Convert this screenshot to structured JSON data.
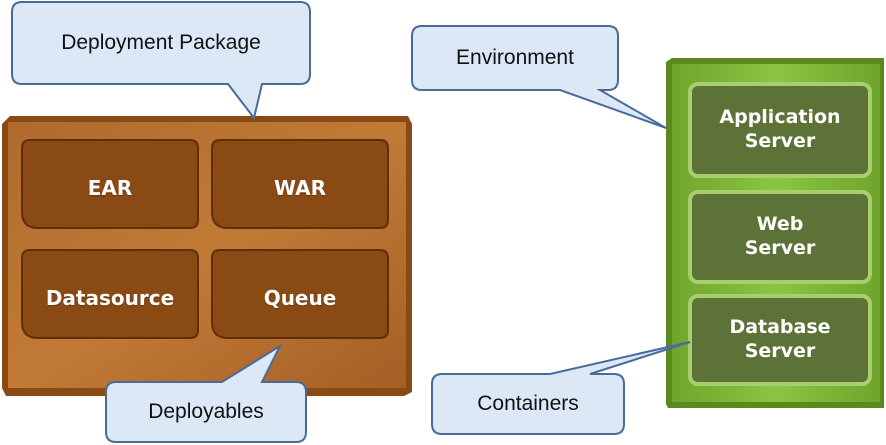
{
  "callouts": {
    "deployment_package": "Deployment Package",
    "environment": "Environment",
    "deployables": "Deployables",
    "containers": "Containers"
  },
  "package": {
    "items": [
      "EAR",
      "WAR",
      "Datasource",
      "Queue"
    ]
  },
  "environment_box": {
    "servers": [
      {
        "line1": "Application",
        "line2": "Server"
      },
      {
        "line1": "Web",
        "line2": "Server"
      },
      {
        "line1": "Database",
        "line2": "Server"
      }
    ]
  },
  "colors": {
    "brown_panel": "#a8662a",
    "brown_tile": "#96531a",
    "green_panel": "#7fb53a",
    "green_tile": "#5c7237",
    "callout_fill": "#dce8f5",
    "callout_stroke": "#4a6b9a"
  }
}
